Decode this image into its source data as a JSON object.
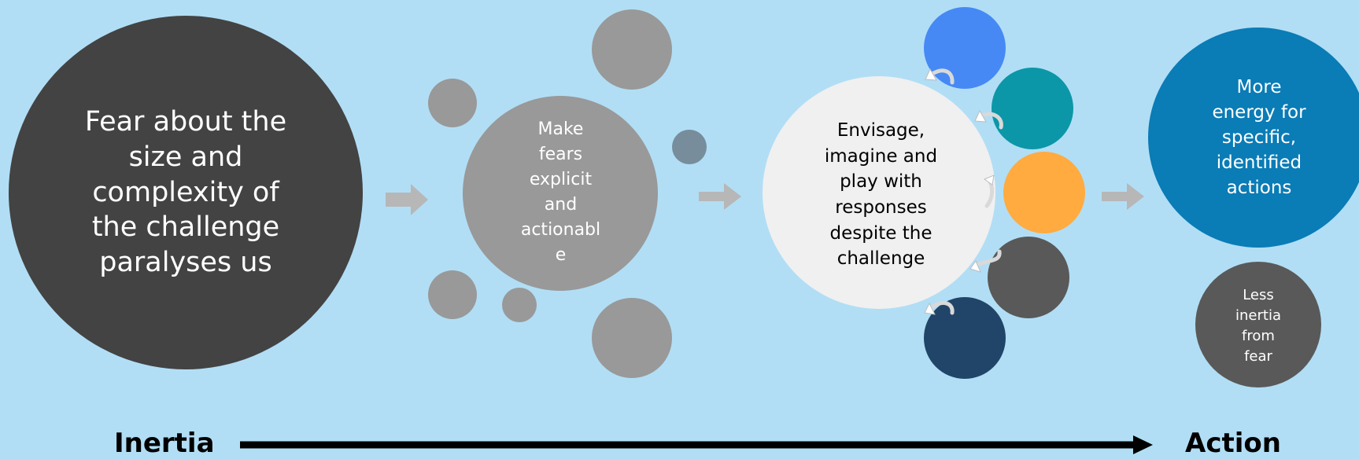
{
  "colors": {
    "background": "#b1def5",
    "dark_circle": "#434343",
    "grey_circle": "#999999",
    "small_slate": "#778d9b",
    "light_circle": "#f0f0f0",
    "blue": "#4689f5",
    "teal": "#0b97a7",
    "orange": "#ffab40",
    "charcoal": "#595959",
    "navy": "#214568",
    "ocean": "#0a7cb6",
    "arrow_grey": "#b7b7b7",
    "axis": "#000000"
  },
  "stages": [
    {
      "id": "fear",
      "text": "Fear about the\nsize and\ncomplexity of\nthe challenge\nparalyses us"
    },
    {
      "id": "explicit",
      "text": "Make\nfears\nexplicit\nand\nactionabl\ne"
    },
    {
      "id": "envisage",
      "text": "Envisage,\nimagine and\nplay with\nresponses\ndespite the\nchallenge"
    },
    {
      "id": "energy",
      "text": "More\nenergy for\nspecific,\nidentified\nactions"
    },
    {
      "id": "less",
      "text": "Less\ninertia\nfrom\nfear"
    }
  ],
  "axis": {
    "start_label": "Inertia",
    "end_label": "Action"
  }
}
